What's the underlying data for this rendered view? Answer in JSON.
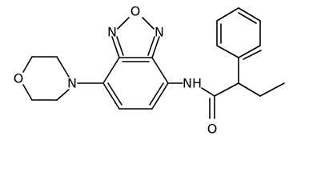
{
  "molecule": {
    "atoms": {
      "ring_oxygen": "O",
      "oxadiazole_n_left": "N",
      "oxadiazole_n_right": "N",
      "amide_nh": "NH",
      "amide_oxygen": "O",
      "morpholine_oxygen": "O",
      "morpholine_nitrogen": "N"
    },
    "colors": {
      "bond": "#000000",
      "label": "#000000",
      "background": "#ffffff"
    }
  }
}
